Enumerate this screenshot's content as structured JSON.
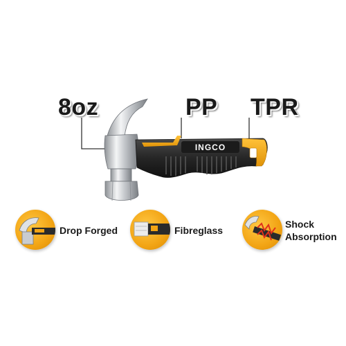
{
  "specs": {
    "weight": "8oz",
    "core": "PP",
    "grip": "TPR"
  },
  "brand": "INGCO",
  "features": [
    {
      "line1": "Drop Forged",
      "line2": ""
    },
    {
      "line1": "Fibreglass",
      "line2": ""
    },
    {
      "line1": "Shock",
      "line2": "Absorption"
    }
  ],
  "colors": {
    "accent": "#f2a414",
    "handle_dark": "#2b2b2b",
    "steel": "#c9ccd0",
    "label_text": "#1a1a1a"
  }
}
